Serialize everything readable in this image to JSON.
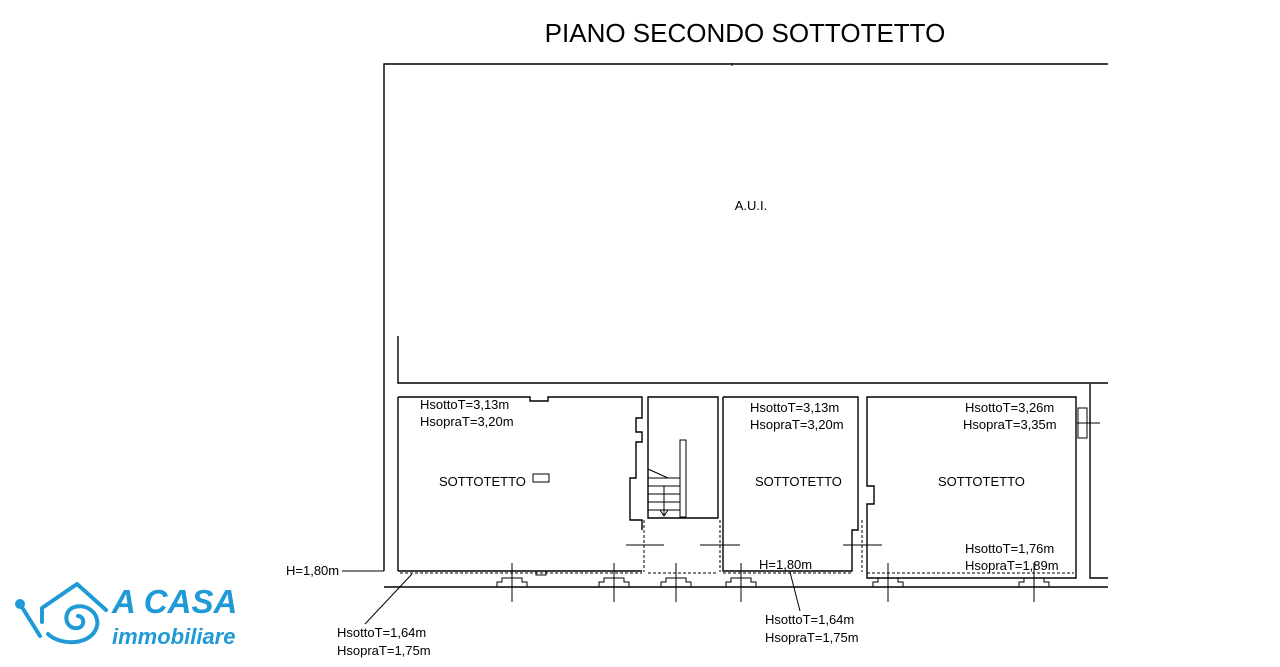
{
  "title": "PIANO SECONDO SOTTOTETTO",
  "area_label": "A.U.I.",
  "rooms": [
    {
      "name": "SOTTOTETTO",
      "h_sotto": "HsottoT=3,13m",
      "h_sopra": "HsopraT=3,20m"
    },
    {
      "name": "SOTTOTETTO",
      "h_sotto": "HsottoT=3,13m",
      "h_sopra": "HsopraT=3,20m"
    },
    {
      "name": "SOTTOTETTO",
      "h_sotto": "HsottoT=3,26m",
      "h_sopra": "HsopraT=3,35m",
      "h_sotto_low": "HsottoT=1,76m",
      "h_sopra_low": "HsopraT=1,89m"
    }
  ],
  "height_marks": {
    "left": "H=1,80m",
    "middle": "H=1,80m"
  },
  "callouts": {
    "left": {
      "h_sotto": "HsottoT=1,64m",
      "h_sopra": "HsopraT=1,75m"
    },
    "middle": {
      "h_sotto": "HsottoT=1,64m",
      "h_sopra": "HsopraT=1,75m"
    }
  },
  "logo": {
    "brand": "A CASA",
    "tagline": "immobiliare",
    "color": "#1f9ad6"
  }
}
